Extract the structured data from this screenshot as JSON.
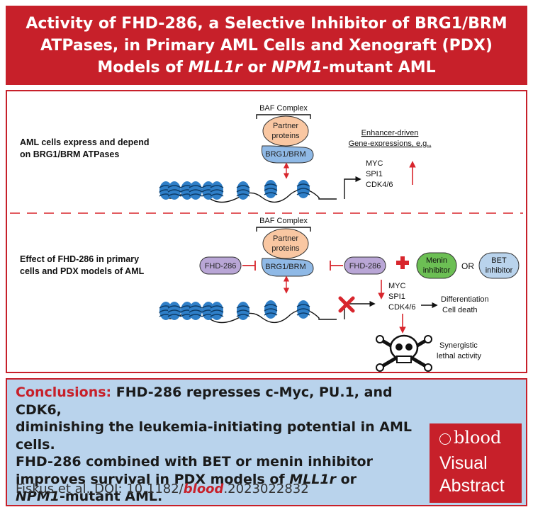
{
  "title": {
    "line1": "Activity of FHD-286, a Selective Inhibitor of BRG1/BRM",
    "line2": "ATPases, in Primary AML Cells and Xenograft (PDX)",
    "line3_a": "Models of ",
    "line3_b": "MLL1r",
    "line3_c": " or ",
    "line3_d": "NPM1",
    "line3_e": "-mutant AML"
  },
  "diagram": {
    "top": {
      "caption_line1": "AML cells express and depend",
      "caption_line2": "on BRG1/BRM ATPases",
      "baf_label": "BAF Complex",
      "partner_line1": "Partner",
      "partner_line2": "proteins",
      "brg_label": "BRG1/BRM",
      "enhancer_line1": "Enhancer-driven",
      "enhancer_line2": "Gene-expressions, e.g.,",
      "genes": [
        "MYC",
        "SPI1",
        "CDK4/6"
      ]
    },
    "bottom": {
      "caption_line1": "Effect of FHD-286 in primary",
      "caption_line2": "cells and PDX models of AML",
      "baf_label": "BAF Complex",
      "partner_line1": "Partner",
      "partner_line2": "proteins",
      "brg_label": "BRG1/BRM",
      "fhd_left": "FHD-286",
      "fhd_right": "FHD-286",
      "menin_line1": "Menin",
      "menin_line2": "inhibitor",
      "or_label": "OR",
      "bet_line1": "BET",
      "bet_line2": "inhibitor",
      "genes": [
        "MYC",
        "SPI1",
        "CDK4/6"
      ],
      "outcome_line1": "Differentiation",
      "outcome_line2": "Cell death",
      "synergy_line1": "Synergistic",
      "synergy_line2": "lethal activity"
    }
  },
  "conclusions": {
    "lead": "Conclusions:",
    "line1": " FHD-286 represses c-Myc, PU.1, and CDK6,",
    "line2": "diminishing the leukemia-initiating potential in AML cells.",
    "line3": "FHD-286 combined with BET or menin inhibitor",
    "line4_a": "improves survival in PDX models of ",
    "line4_b": "MLL1r",
    "line4_c": " or",
    "line5_a": "NPM1",
    "line5_b": "-mutant AML."
  },
  "citation": {
    "prefix": "Fiskus et al. DOI: 10.1182/",
    "journal": "blood",
    "suffix": ".2023022832"
  },
  "badge": {
    "brand": "blood",
    "line1": "Visual",
    "line2": "Abstract"
  },
  "colors": {
    "accent_red": "#c7202a",
    "conclusion_bg": "#b9d3ec",
    "nucleosome_blue": "#2f7fc8",
    "partner_orange": "#f9c7a2",
    "brg_blue": "#8fb9e6",
    "fhd_purple": "#b9a6d6",
    "menin_green": "#6cbf54",
    "bet_blue": "#b9d3ec"
  }
}
